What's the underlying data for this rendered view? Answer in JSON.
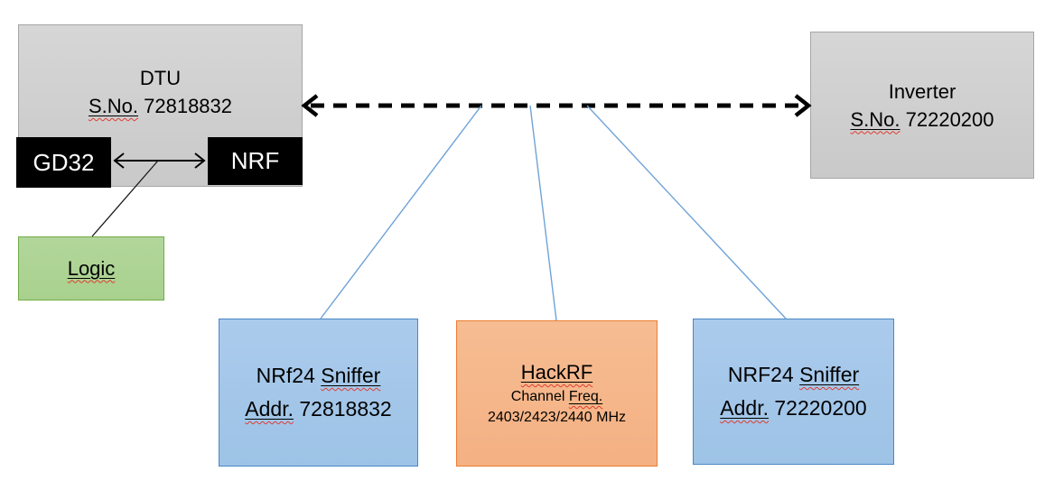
{
  "diagram": {
    "dtu": {
      "title": "DTU",
      "serial_flag": "S.No.",
      "serial_rest": " 72818832"
    },
    "gd32": {
      "label": "GD32"
    },
    "nrf_chip": {
      "label": "NRF"
    },
    "logic": {
      "label": "Logic"
    },
    "inverter": {
      "title": "Inverter",
      "serial_flag": "S.No.",
      "serial_rest": " 72220200"
    },
    "sniffer_left": {
      "line1_pre": "NRf24 ",
      "line1_flag": "Sniffer",
      "line2_flag": "Addr.",
      "line2_rest": " 72818832"
    },
    "hackrf": {
      "title_flag": "HackRF",
      "line2_pre": "Channel ",
      "line2_flag": "Freq.",
      "line3": "2403/2423/2440 MHz"
    },
    "sniffer_right": {
      "line1_pre": "NRF24 ",
      "line1_flag": "Sniffer",
      "line2_flag": "Addr.",
      "line2_rest": " 72220200"
    }
  },
  "colors": {
    "gray-fill": "#c9c9c9",
    "gray-fill-top": "#d6d6d6",
    "gray-border": "#a6a6a6",
    "chip-fill": "#000000",
    "green-fill": "#a9d18e",
    "green-fill-top": "#b2d69b",
    "green-border": "#70ad47",
    "blue-fill": "#9dc3e6",
    "blue-fill-top": "#abcbec",
    "blue-border": "#4a86c5",
    "orange-fill": "#f4b183",
    "orange-fill-top": "#f6bc92",
    "orange-border": "#ed7d31",
    "connector-blue": "#6fa3d8",
    "arrow-black": "#000000",
    "squiggle": "#e03c31"
  }
}
